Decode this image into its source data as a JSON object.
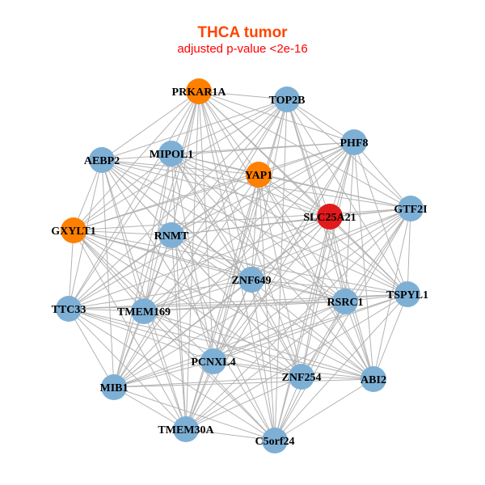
{
  "title": "THCA tumor",
  "subtitle": "adjusted p-value <2e-16",
  "colors": {
    "title": "#ff4500",
    "subtitle": "#ff0000",
    "edge": "#b3b3b3",
    "blue": "#7eb0d5",
    "orange": "#ff7f00",
    "red": "#e31a1c"
  },
  "nodes": [
    {
      "label": "PRKAR1A",
      "color": "orange"
    },
    {
      "label": "TOP2B",
      "color": "blue"
    },
    {
      "label": "PHF8",
      "color": "blue"
    },
    {
      "label": "AEBP2",
      "color": "blue"
    },
    {
      "label": "MIPOL1",
      "color": "blue"
    },
    {
      "label": "YAP1",
      "color": "orange"
    },
    {
      "label": "SLC25A21",
      "color": "red"
    },
    {
      "label": "GTF2I",
      "color": "blue"
    },
    {
      "label": "GXYLT1",
      "color": "orange"
    },
    {
      "label": "RNMT",
      "color": "blue"
    },
    {
      "label": "ZNF649",
      "color": "blue"
    },
    {
      "label": "RSRC1",
      "color": "blue"
    },
    {
      "label": "TSPYL1",
      "color": "blue"
    },
    {
      "label": "TTC33",
      "color": "blue"
    },
    {
      "label": "TMEM169",
      "color": "blue"
    },
    {
      "label": "PCNXL4",
      "color": "blue"
    },
    {
      "label": "ZNF254",
      "color": "blue"
    },
    {
      "label": "ABI2",
      "color": "blue"
    },
    {
      "label": "MIB1",
      "color": "blue"
    },
    {
      "label": "TMEM30A",
      "color": "blue"
    },
    {
      "label": "C5orf24",
      "color": "blue"
    }
  ]
}
